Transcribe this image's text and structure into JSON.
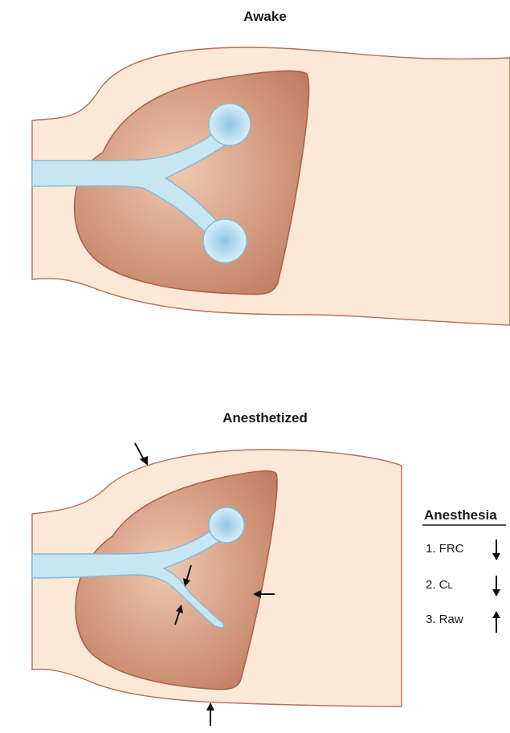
{
  "panels": {
    "top": {
      "title": "Awake"
    },
    "bottom": {
      "title": "Anesthetized"
    }
  },
  "legend": {
    "heading": "Anesthesia",
    "items": [
      {
        "label": "1. FRC",
        "direction": "down",
        "arrow": "↓"
      },
      {
        "label": "2. C",
        "subscript": "L",
        "direction": "down",
        "arrow": "↓"
      },
      {
        "label": "3. Raw",
        "direction": "up",
        "arrow": "↑"
      }
    ]
  },
  "colors": {
    "chest_fill": "#fbe8d6",
    "chest_outline": "#b0705c",
    "lung_light": "#e6b79e",
    "lung_dark": "#b97459",
    "airway_fill": "#c8e6f2",
    "airway_outline": "#7fbcd8",
    "alveolus_center": "#8ec6e6"
  }
}
